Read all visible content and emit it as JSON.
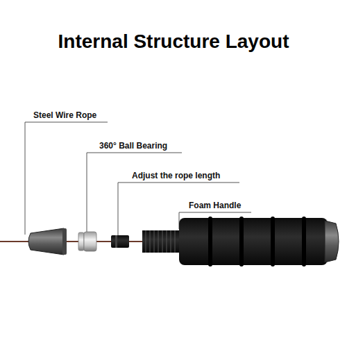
{
  "diagram": {
    "title": "Internal Structure Layout",
    "labels": [
      "Steel Wire Rope",
      "360° Ball Bearing",
      "Adjust the rope length",
      "Foam Handle"
    ]
  }
}
